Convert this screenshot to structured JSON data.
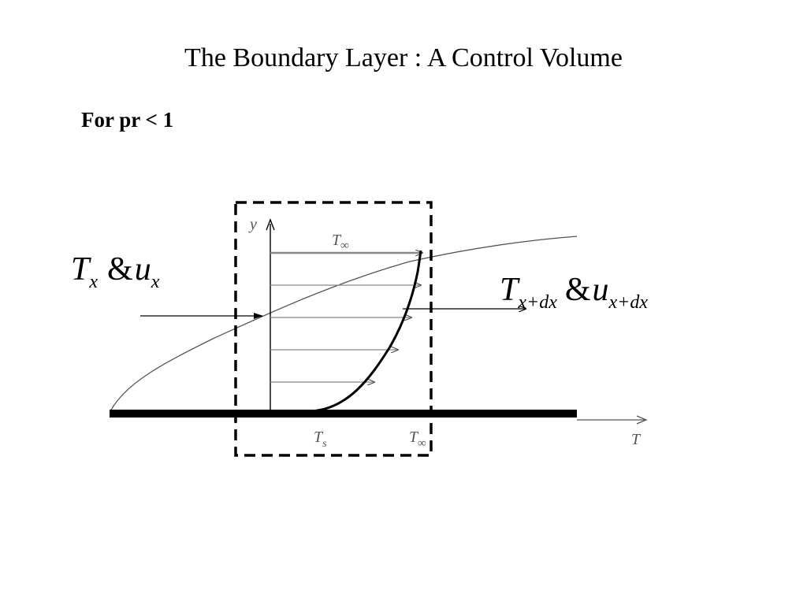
{
  "slide": {
    "title": "The Boundary Layer : A Control Volume",
    "subtitle": "For pr < 1"
  },
  "diagram": {
    "y_axis_label": "y",
    "t_axis_label": "T",
    "top_temp_label": {
      "base": "T",
      "sub": "∞"
    },
    "surface_temp_label": {
      "base": "T",
      "sub": "s"
    },
    "free_stream_temp_label": {
      "base": "T",
      "sub": "∞"
    },
    "inflow_label": {
      "T": "T",
      "T_sub": "x",
      "amp": "&",
      "u": "u",
      "u_sub": "x"
    },
    "outflow_label": {
      "T": "T",
      "T_sub": "x+dx",
      "amp": "&",
      "u": "u",
      "u_sub": "x+dx"
    },
    "colors": {
      "ink": "#000000",
      "profile_arrows": "#777777",
      "boundary_curve": "#555555",
      "background": "#ffffff"
    }
  }
}
